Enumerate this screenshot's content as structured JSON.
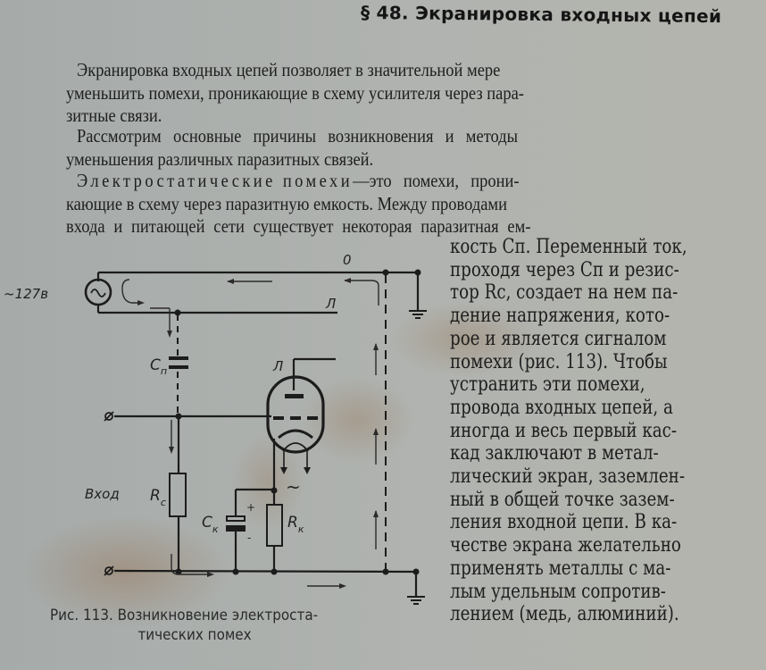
{
  "page": {
    "section_heading": "§ 48. Экранировка входных цепей",
    "paragraphs": {
      "p1": [
        "Экранировка входных цепей позволяет в значительной мере",
        "уменьшить помехи, проникающие в схему усилителя через пара-",
        "зитные связи."
      ],
      "p2": [
        "Рассмотрим основные причины возникновения и методы",
        "уменьшения различных паразитных связей."
      ],
      "p3": {
        "term": "Электростатические помехи",
        "line1_rest": "—это помехи, прони-",
        "line2": "кающие в схему через паразитную емкость. Между проводами",
        "line3": "входа и питающей сети существует некоторая паразитная ем-"
      },
      "right_column": [
        "кость Cп. Переменный ток,",
        "проходя через Cп и резис-",
        "тор Rc, создает на нем па-",
        "дение напряжения, кото-",
        "рое и является сигналом",
        "помехи (рис. 113). Чтобы",
        "устранить эти помехи,",
        "провода входных цепей, а",
        "иногда и весь первый кас-",
        "кад заключают в метал-",
        "лический экран, заземлен-",
        "ный в общей точке зазем-",
        "ления входной цепи. В ка-",
        "честве экрана желательно",
        "применять металлы с ма-",
        "лым удельным сопротив-",
        "лением (медь, алюминий)."
      ]
    },
    "figure": {
      "caption_line1": "Рис. 113. Возникновение электроста-",
      "caption_line2": "тических помех",
      "labels": {
        "source_voltage": "~127в",
        "source_symbol": "~",
        "neutral_wire": "0",
        "phase_wire": "Л",
        "parasitic_cap": "C",
        "parasitic_cap_sub": "п",
        "tube_anode": "Л",
        "input": "Вход",
        "grid_resistor": "R",
        "grid_resistor_sub": "c",
        "cathode_cap": "C",
        "cathode_cap_sub": "к",
        "cathode_resistor": "R",
        "cathode_resistor_sub": "к",
        "cap_plus": "+",
        "cap_minus": "-",
        "heater_ac": "~"
      }
    }
  },
  "colors": {
    "paper": "#adb1ae",
    "ink": "#1e1e1e",
    "stain": "#9a7656"
  }
}
